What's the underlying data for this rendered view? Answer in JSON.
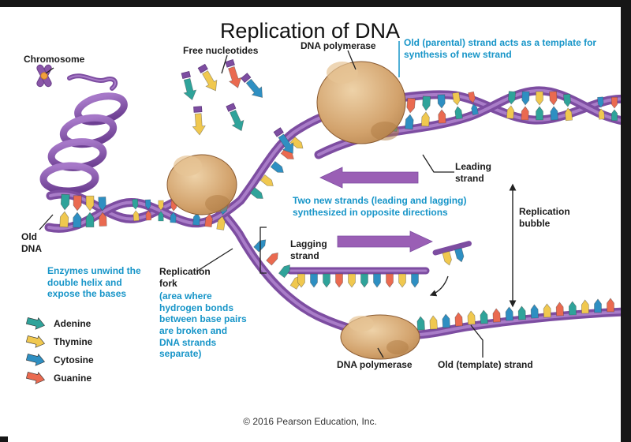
{
  "title": "Replication of DNA",
  "copyright": "© 2016 Pearson Education, Inc.",
  "labels": {
    "chromosome": "Chromosome",
    "free_nucleotides": "Free nucleotides",
    "dna_polymerase_top": "DNA polymerase",
    "old_parental_note": "Old (parental) strand acts as a template for synthesis of new strand",
    "leading_strand": "Leading strand",
    "replication_bubble": "Replication bubble",
    "two_new_strands_note": "Two new strands (leading and lagging) synthesized in opposite directions",
    "lagging_strand": "Lagging strand",
    "old_dna": "Old DNA",
    "enzymes_note": "Enzymes unwind the double helix and expose the bases",
    "replication_fork": "Replication fork",
    "replication_fork_note": "(area where hydrogen bonds between base pairs are broken and DNA strands separate)",
    "dna_polymerase_bottom": "DNA polymerase",
    "old_template_strand": "Old (template) strand"
  },
  "legend": {
    "items": [
      {
        "label": "Adenine",
        "color": "#2fa39a"
      },
      {
        "label": "Thymine",
        "color": "#f0c84f"
      },
      {
        "label": "Cytosine",
        "color": "#2e8fc2"
      },
      {
        "label": "Guanine",
        "color": "#ea6a50"
      }
    ]
  },
  "colors": {
    "strand_purple": "#7d4da1",
    "label_blue": "#1795c8",
    "polymerase_tan": "#d2a26c"
  }
}
